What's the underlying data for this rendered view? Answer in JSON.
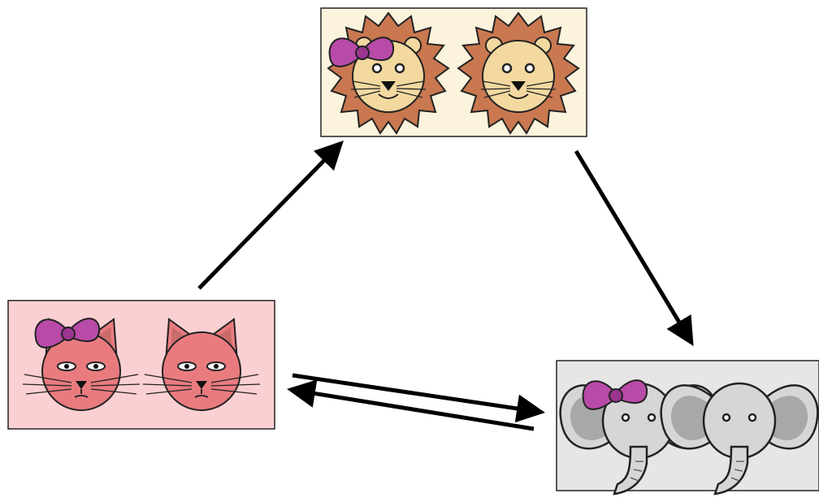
{
  "diagram": {
    "nodes": [
      {
        "id": "lions",
        "animal": "lion",
        "count": 2,
        "bow_on": "left",
        "bg_color": "#fbf3dc"
      },
      {
        "id": "cats",
        "animal": "cat",
        "count": 2,
        "bow_on": "left",
        "bg_color": "#fbd0d3"
      },
      {
        "id": "elephants",
        "animal": "elephant",
        "count": 2,
        "bow_on": "left",
        "bg_color": "#e6e6e6"
      }
    ],
    "edges": [
      {
        "from": "cats",
        "to": "lions"
      },
      {
        "from": "lions",
        "to": "elephants"
      },
      {
        "from": "cats",
        "to": "elephants"
      },
      {
        "from": "elephants",
        "to": "cats"
      }
    ]
  },
  "colors": {
    "bow": "#b84aa8",
    "lion_mane": "#c97850",
    "lion_face": "#f3d9a0",
    "cat_face": "#e97b7f",
    "elephant_body": "#d6d6d6",
    "arrow": "#000000"
  },
  "icons": [
    "bow-icon",
    "lion-face-icon",
    "cat-face-icon",
    "elephant-face-icon"
  ]
}
